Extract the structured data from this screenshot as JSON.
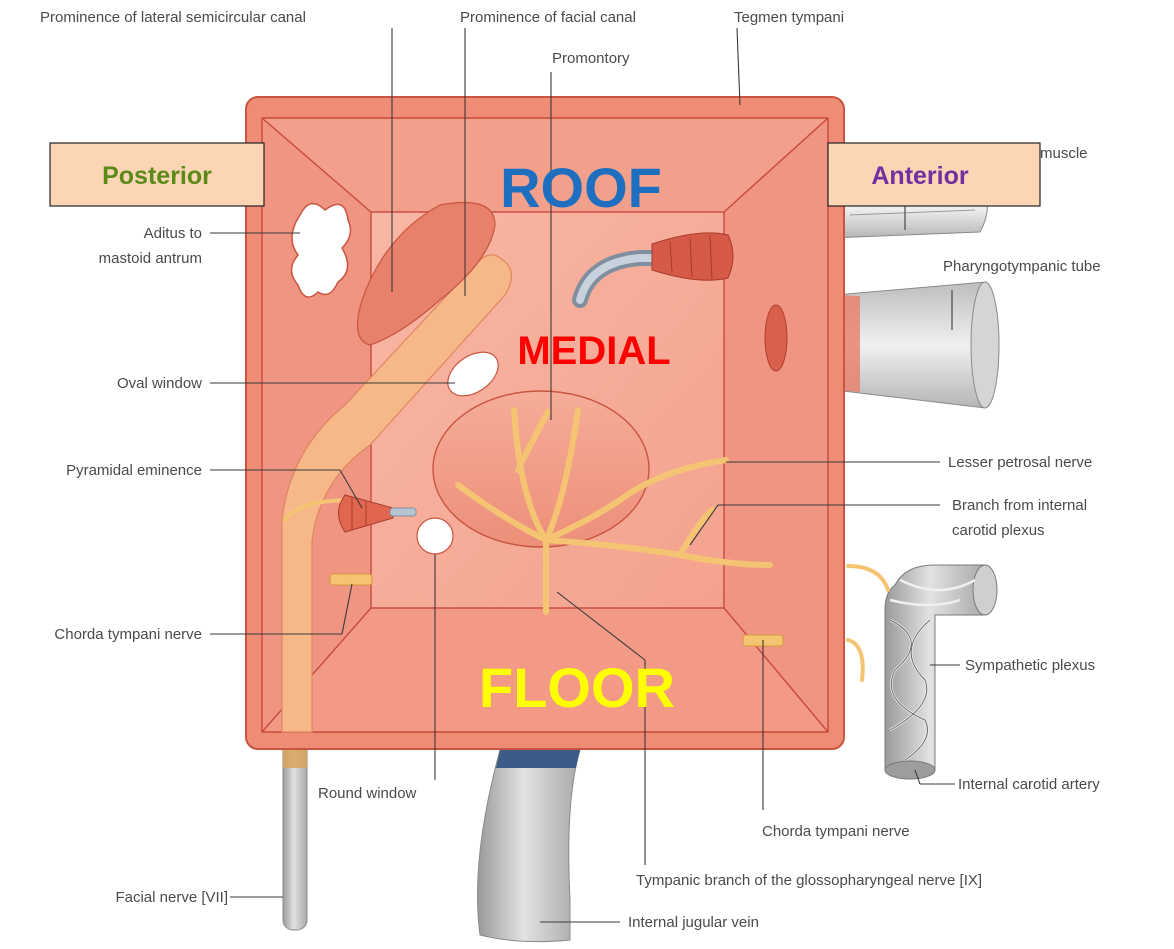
{
  "labels": {
    "lateral_canal": "Prominence of lateral semicircular canal",
    "facial_canal": "Prominence of facial canal",
    "tegmen": "Tegmen tympani",
    "promontory": "Promontory",
    "muscle": "muscle",
    "aditus_1": "Aditus to",
    "aditus_2": "mastoid antrum",
    "pharyngotympanic": "Pharyngotympanic tube",
    "oval_window": "Oval window",
    "lesser_petrosal": "Lesser petrosal nerve",
    "pyramidal": "Pyramidal eminence",
    "branch_ica_1": "Branch from internal",
    "branch_ica_2": "carotid plexus",
    "chorda_left": "Chorda tympani nerve",
    "sympathetic": "Sympathetic plexus",
    "ica": "Internal carotid artery",
    "round_window": "Round window",
    "chorda_right": "Chorda tympani nerve",
    "tympanic_branch": "Tympanic branch of the glossopharyngeal nerve [IX]",
    "facial_nerve": "Facial nerve [VII]",
    "ijv": "Internal jugular vein"
  },
  "wall_labels": {
    "posterior": "Posterior",
    "anterior": "Anterior",
    "roof": "ROOF",
    "medial": "MEDIAL",
    "floor": "FLOOR"
  },
  "colors": {
    "posterior": "#5a8a1a",
    "anterior": "#7030a0",
    "roof": "#1f6fc0",
    "medial": "#ff0000",
    "floor": "#ffff00",
    "box_fill": "#fcd5b4",
    "wall": "#f2a08e",
    "nerve": "#f5c473"
  }
}
